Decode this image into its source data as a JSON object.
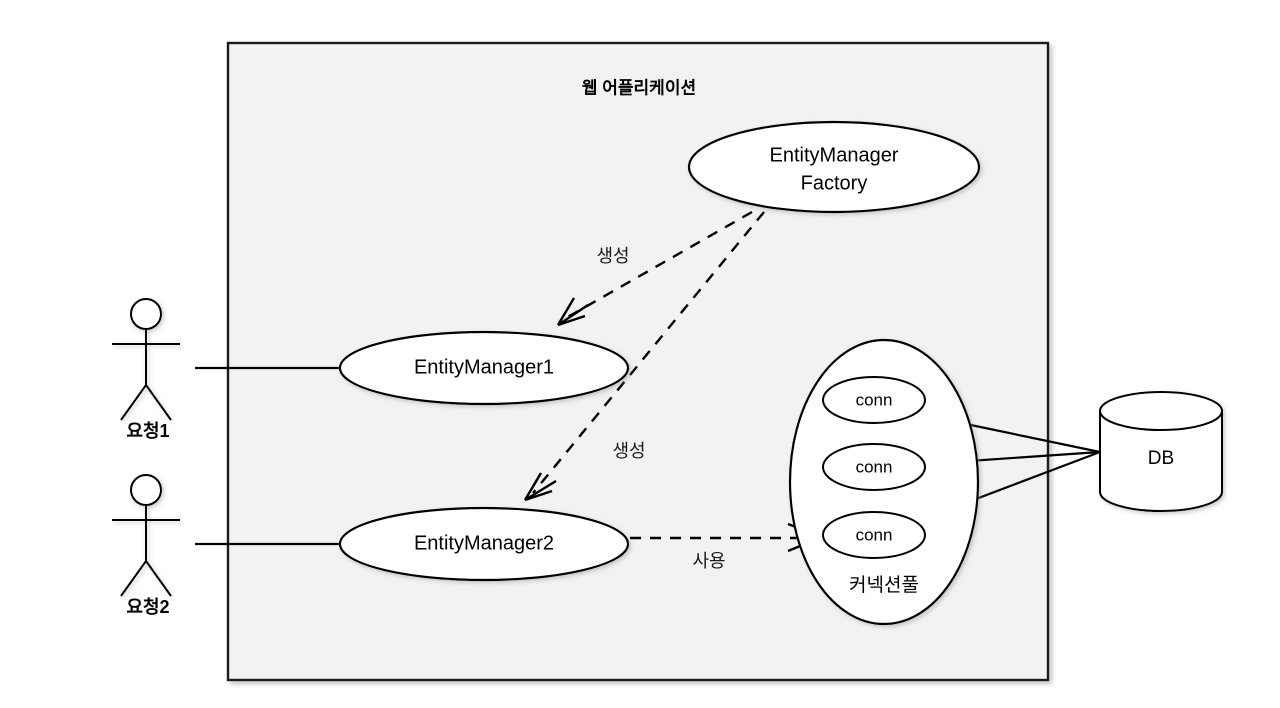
{
  "diagram": {
    "title": "웹 어플리케이션",
    "container": {
      "fill": "#f2f2f2",
      "stroke": "#000000"
    },
    "actors": [
      {
        "label": "요청1"
      },
      {
        "label": "요청2"
      }
    ],
    "nodes": {
      "factory": {
        "line1": "EntityManager",
        "line2": "Factory"
      },
      "em1": {
        "label": "EntityManager1"
      },
      "em2": {
        "label": "EntityManager2"
      },
      "pool": {
        "label": "커넥션풀"
      },
      "conn1": {
        "label": "conn"
      },
      "conn2": {
        "label": "conn"
      },
      "conn3": {
        "label": "conn"
      },
      "db": {
        "label": "DB"
      }
    },
    "edges": [
      {
        "name": "factory-creates-em1",
        "label": "생성",
        "style": "dashed"
      },
      {
        "name": "factory-creates-em2",
        "label": "생성",
        "style": "dashed"
      },
      {
        "name": "em2-uses-conn",
        "label": "사용",
        "style": "dashed"
      },
      {
        "name": "conn1-to-db",
        "label": "",
        "style": "solid"
      },
      {
        "name": "conn2-to-db",
        "label": "",
        "style": "solid"
      },
      {
        "name": "conn3-to-db",
        "label": "",
        "style": "solid"
      },
      {
        "name": "actor1-to-em1",
        "label": "",
        "style": "solid"
      },
      {
        "name": "actor2-to-em2",
        "label": "",
        "style": "solid"
      }
    ]
  }
}
